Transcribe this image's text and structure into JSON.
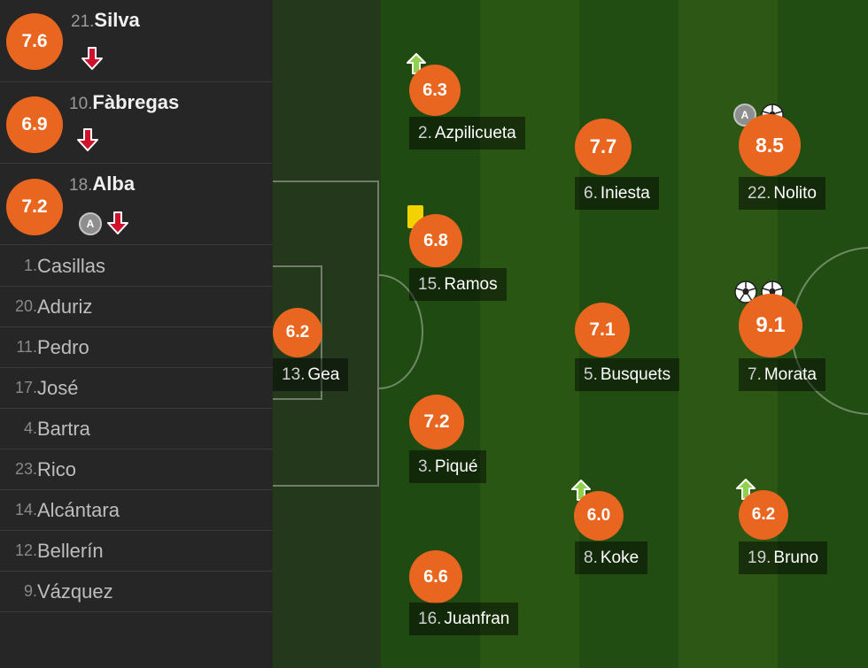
{
  "subs": [
    {
      "rating": "7.6",
      "number": "21.",
      "name": "Silva"
    },
    {
      "rating": "6.9",
      "number": "10.",
      "name": "Fàbregas"
    },
    {
      "rating": "7.2",
      "number": "18.",
      "name": "Alba",
      "badge": "A"
    }
  ],
  "bench": [
    {
      "number": "1.",
      "name": "Casillas"
    },
    {
      "number": "20.",
      "name": "Aduriz"
    },
    {
      "number": "11.",
      "name": "Pedro"
    },
    {
      "number": "17.",
      "name": "José"
    },
    {
      "number": "4.",
      "name": "Bartra"
    },
    {
      "number": "23.",
      "name": "Rico"
    },
    {
      "number": "14.",
      "name": "Alcántara"
    },
    {
      "number": "12.",
      "name": "Bellerín"
    },
    {
      "number": "9.",
      "name": "Vázquez"
    }
  ],
  "players": {
    "gea": {
      "rating": "6.2",
      "number": "13.",
      "name": "Gea"
    },
    "azpilicueta": {
      "rating": "6.3",
      "number": "2.",
      "name": "Azpilicueta"
    },
    "ramos": {
      "rating": "6.8",
      "number": "15.",
      "name": "Ramos"
    },
    "pique": {
      "rating": "7.2",
      "number": "3.",
      "name": "Piqué"
    },
    "juanfran": {
      "rating": "6.6",
      "number": "16.",
      "name": "Juanfran"
    },
    "iniesta": {
      "rating": "7.7",
      "number": "6.",
      "name": "Iniesta"
    },
    "busquets": {
      "rating": "7.1",
      "number": "5.",
      "name": "Busquets"
    },
    "koke": {
      "rating": "6.0",
      "number": "8.",
      "name": "Koke"
    },
    "nolito": {
      "rating": "8.5",
      "number": "22.",
      "name": "Nolito",
      "badge": "A"
    },
    "morata": {
      "rating": "9.1",
      "number": "7.",
      "name": "Morata"
    },
    "bruno": {
      "rating": "6.2",
      "number": "19.",
      "name": "Bruno"
    }
  },
  "colors": {
    "rating": "#e8661f",
    "sub_off": "#d0112b",
    "sub_on": "#8fd14f",
    "yellow_card": "#f2d200"
  },
  "icons": [
    "arrow-down-icon",
    "arrow-up-icon",
    "ball-icon",
    "yellow-card-icon",
    "assist-icon"
  ]
}
